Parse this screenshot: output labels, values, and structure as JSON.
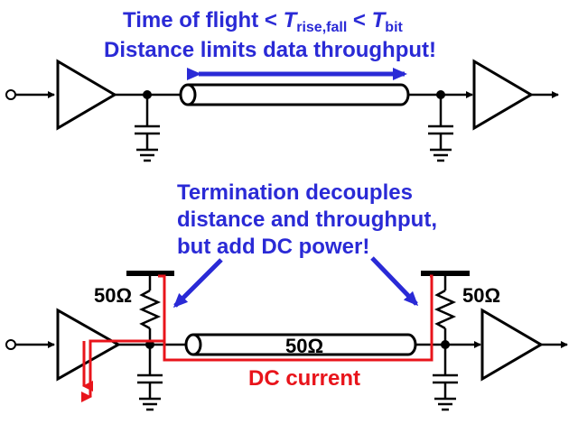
{
  "top": {
    "line1_prefix": "Time of flight < ",
    "t_rise_T": "T",
    "t_rise_sub": "rise,fall",
    "lt": " < ",
    "t_bit_T": "T",
    "t_bit_sub": "bit",
    "line2": "Distance limits data throughput!"
  },
  "bottom": {
    "line1": "Termination decouples",
    "line2": "distance and throughput,",
    "line3": "but add DC power!",
    "res_left": "50Ω",
    "res_right": "50Ω",
    "line_impedance": "50Ω",
    "dc_current": "DC current"
  },
  "colors": {
    "blue": "#2a2ad6",
    "red": "#e8141b",
    "black": "#000000"
  }
}
